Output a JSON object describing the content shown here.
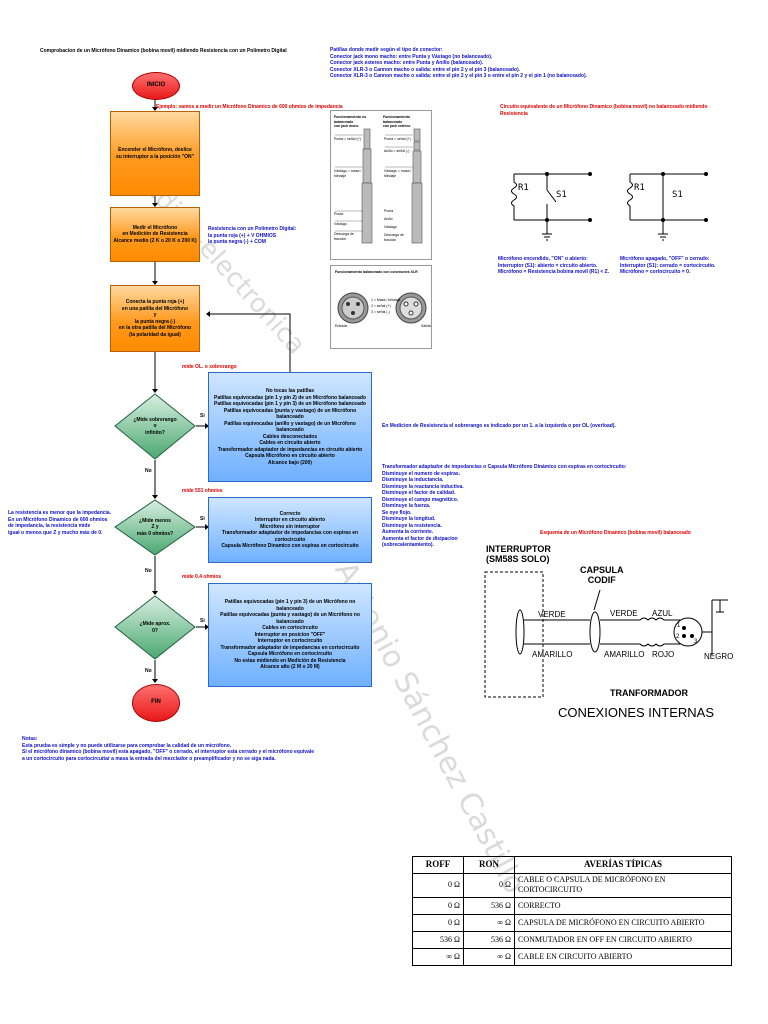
{
  "title": "Comprobacion de un Micrófono Dinamico (bobina movil) midiendo Resistencia con un Polimetro Digital",
  "connectors": {
    "lines": [
      "Patillas donde medir según el tipo de conector:",
      "Conector jack mono macho: entre Punta y Vástago (no balanceado).",
      "Conector jack estereo macho: entre Punta y Anillo (balanceado).",
      "Conector XLR-3 o Cannon macho o salida: entre el pin 2 y el pin 3 (balanceado).",
      "Conector XLR-3 o Cannon macho o salida: entre el pin 2 y el pin 3 o entre el pin 2 y el pin 1 (no balanceado)."
    ]
  },
  "flow": {
    "inicio": "INICIO",
    "fin": "FIN",
    "example": "Ejemplo: vamos a medir un Micrófono Dinamico de 600 ohmios de impedancia",
    "step1": "Encender el Micrófono, deslice\nsu interruptor a la posición \"ON\"",
    "step2": "Medir el Micrófono\nen Medición de Resistencia\nAlcance medio (2 K o 20 K o 200 K)",
    "step2_note": "Resistencia con un Polimetro Digital:\nla punta roja (+) + V OHMIOS\nla punta negra (-) + COM",
    "step3": "Conecta la punta roja (+)\nen una patilla del Micrófono\ny\nla punta negra (-)\nen la otra patilla del Micrófono\n(la polaridad da igual)",
    "label_ol": "mide OL. o sobrerango",
    "d1": "¿Mide sobrerango\no\ninfinito?",
    "d2": "¿Mide menos\nZ y\nmás 0 ohmios?",
    "d3": "¿Mide aprox.\n0?",
    "si": "Si",
    "no": "No",
    "label_551": "mide 551 ohmios",
    "label_04": "mide 0,4 ohmios",
    "box1": "No tocas las patillas\nPatillas equivocadas (pin 1 y pin 2) de un Micrófono balanceado\nPatillas equivocadas (pin 1 y pin 3) de un Micrófono balanceado\nPatillas equivocadas (punta y vastago) de un Micrófono balanceado\nPatillas equivocadas (anillo y vastago) de un Micrófono balanceado\nCables desconectados\nCables en circuito abierto\nTransformador adaptador de impedancias en circuito abierto\nCapsula Micrófono en circuito abierto\nAlcance bajo (200)",
    "box2": "Correcto\nInterruptor en circuito abierto\nMicrófono sin interruptor\nTransformador adaptador de impedancias con espiras en cortocircuito\nCapsula Micrófono Dinamico con espiras en cortocircuito",
    "box3": "Patillas equivocadas (pin 1 y pin 3) de un Micrófono no balanceado\nPatillas equivocadas (punta y vastago) de un Micrófono no balanceado\nCables en cortocircuito\nInterruptor en posicion \"OFF\"\nInterruptor en cortocircuito\nTransformador adaptador de impedancias en cortocircuito\nCapsula Micrófono en cortocircuito\nNo estas midiendo en Medición de Resistencia\nAlcance alto (2 M o 20 M)",
    "left_note": "La resistencia es menor que la impedancia.\nEn un Micrófono Dinamico de 600 ohmios\nde impedancia, la resistencia mide\nigual o menos que Z y mucho más de 0.",
    "ol_note": "En Medicion de Resistencia el sobrerango es indicado por un 1. a la izquierda o por OL (overload).",
    "short_note": "Transformador adaptador de impedancias o Capsula Micrófono Dinámico con espiras en cortocircuito:\nDisminuye el numero de espiras.\nDisminuye la inductancia.\nDisminuye la reactancia inductiva.\nDisminuye el factor de calidad.\nDisminuye el campo magnético.\nDisminuye la fuerza.\nSe oye flojo.\nDisminuye la longitud.\nDisminuye la resistencia.\nAumenta la corriente.\nAumenta el factor de disipacion\n(sobrecalentamiento)."
  },
  "notes": {
    "title": "Notas:",
    "text": "Esta prueba es simple y no puede utilizarse para comprobar la calidad de un micrófono.\nSi el micrófono dinamico (bobina movil) esta apagado, \"OFF\" o cerrado, el interruptor esta cerrado y el micrófono equivale\na un cortocircuito para cortocircuitar a masa la entrada del mezclador o preamplificador y no se siga nada."
  },
  "jack_panel": {
    "col1_title": "Funcionamiento no balanceado\ncon jack mono",
    "col2_title": "Funcionamiento balanceado\ncon jack estéreo",
    "labels1": [
      "Punta = señal (+)",
      "Vástago = masa / blindaje",
      "Punta",
      "Vástago",
      "Descarga de tracción"
    ],
    "labels2": [
      "Punta = señal (+)",
      "Anillo = señal (-)",
      "Vástago = masa / blindaje",
      "Punta",
      "Anillo",
      "Vástago",
      "Descarga de tracción"
    ],
    "xlr_title": "Funcionamiento balanceado con conexiones XLR",
    "xlr_pins": [
      "1 = Masa / blindaje",
      "2 = señal (+)",
      "3 = señal (-)"
    ],
    "xlr_in": "Entrada",
    "xlr_out": "Salida"
  },
  "circuit": {
    "title": "Circuito equivalente de un Micrófono Dinamico (bobina movil) no balanceado midiendo Resistencia",
    "r1": "R1",
    "s1": "S1",
    "left_caption": "Micrófono encendido, \"ON\" o abierto:\nInterruptor (S1): abierto = circuito abierto.\nMicrófono = Resistencia bobina movil (R1) < Z.",
    "right_caption": "Micrófono apagado, \"OFF\" o cerrado:\nInterruptor (S1): cerrado = cortocircuito.\nMicrófono = cortocircuito = 0."
  },
  "schema": {
    "title": "Esquema de un Micrófono Dinamico (bobina movil) balanceado",
    "interruptor": "INTERRUPTOR\n(SM58S SOLO)",
    "capsula": "CAPSULA\nCODIF",
    "verde1": "VERDE",
    "verde2": "VERDE",
    "azul": "AZUL",
    "amarillo1": "AMARILLO",
    "amarillo2": "AMARILLO",
    "rojo": "ROJO",
    "negro": "NEGRO",
    "pin1": "1",
    "pin2": "2",
    "pin3": "3",
    "transformador": "TRANFORMADOR",
    "conexiones": "CONEXIONES INTERNAS"
  },
  "watermark": "Antonio Sánchez Castillo",
  "watermark2": "audio—electronica",
  "table": {
    "headers": [
      "ROFF",
      "RON",
      "AVERÍAS TÍPICAS"
    ],
    "rows": [
      [
        "0 Ω",
        "0 Ω",
        "CABLE O CAPSULA DE MICRÓFONO EN CORTOCIRCUITO"
      ],
      [
        "0 Ω",
        "536 Ω",
        "CORRECTO"
      ],
      [
        "0 Ω",
        "∞ Ω",
        "CAPSULA DE MICRÓFONO EN CIRCUITO ABIERTO"
      ],
      [
        "536 Ω",
        "536 Ω",
        "CONMUTADOR EN OFF EN CIRCUITO ABIERTO"
      ],
      [
        "∞ Ω",
        "∞ Ω",
        "CABLE EN CIRCUITO ABIERTO"
      ]
    ]
  }
}
